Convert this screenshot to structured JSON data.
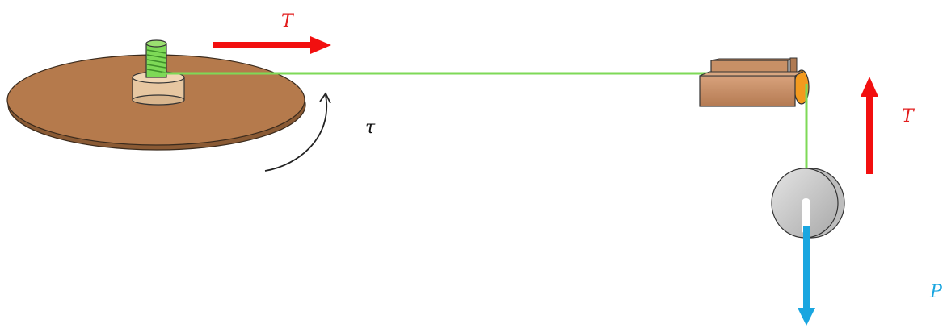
{
  "labels": {
    "tension_top": "T",
    "tension_right": "T",
    "torque": "τ",
    "weight": "P"
  },
  "colors": {
    "tension_arrow": "#f20f0f",
    "weight_arrow": "#1aa6e0",
    "string": "#7ed957",
    "disk": "#b57a4c",
    "block": "#c8906a",
    "pulley": "#f39a1e",
    "hanging_mass": "#cccccc"
  }
}
